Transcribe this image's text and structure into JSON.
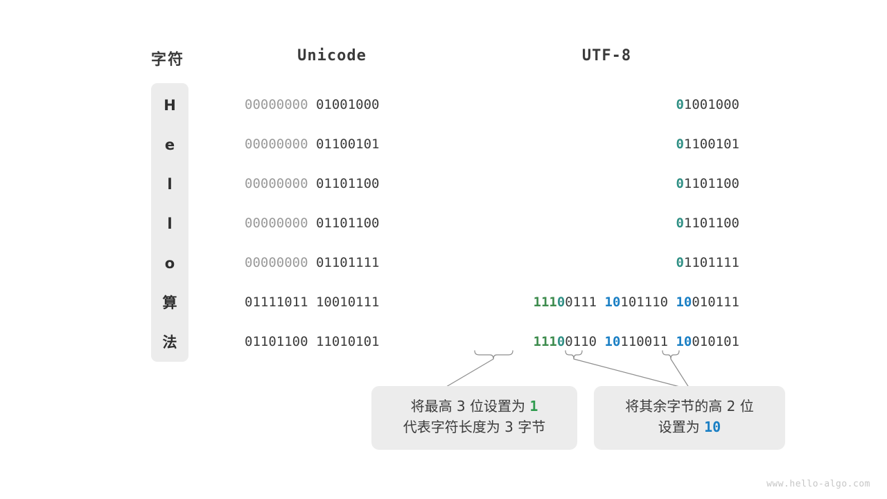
{
  "headers": {
    "character": "字符",
    "unicode": "Unicode",
    "utf8": "UTF-8"
  },
  "colors": {
    "dim": "#9a9a9a",
    "dark": "#3b3b3b",
    "teal": "#2f8f84",
    "green": "#3e8c4e",
    "blue": "#1a7fc4",
    "panel": "#ececec",
    "background": "#ffffff"
  },
  "rows": [
    {
      "char": "H",
      "unicode": [
        {
          "text": "00000000",
          "style": "dim"
        },
        {
          "text": " ",
          "style": "dark"
        },
        {
          "text": "01001000",
          "style": "dark"
        }
      ],
      "utf8": [
        {
          "text": "0",
          "style": "teal"
        },
        {
          "text": "1001000",
          "style": "dark"
        }
      ]
    },
    {
      "char": "e",
      "unicode": [
        {
          "text": "00000000",
          "style": "dim"
        },
        {
          "text": " ",
          "style": "dark"
        },
        {
          "text": "01100101",
          "style": "dark"
        }
      ],
      "utf8": [
        {
          "text": "0",
          "style": "teal"
        },
        {
          "text": "1100101",
          "style": "dark"
        }
      ]
    },
    {
      "char": "l",
      "unicode": [
        {
          "text": "00000000",
          "style": "dim"
        },
        {
          "text": " ",
          "style": "dark"
        },
        {
          "text": "01101100",
          "style": "dark"
        }
      ],
      "utf8": [
        {
          "text": "0",
          "style": "teal"
        },
        {
          "text": "1101100",
          "style": "dark"
        }
      ]
    },
    {
      "char": "l",
      "unicode": [
        {
          "text": "00000000",
          "style": "dim"
        },
        {
          "text": " ",
          "style": "dark"
        },
        {
          "text": "01101100",
          "style": "dark"
        }
      ],
      "utf8": [
        {
          "text": "0",
          "style": "teal"
        },
        {
          "text": "1101100",
          "style": "dark"
        }
      ]
    },
    {
      "char": "o",
      "unicode": [
        {
          "text": "00000000",
          "style": "dim"
        },
        {
          "text": " ",
          "style": "dark"
        },
        {
          "text": "01101111",
          "style": "dark"
        }
      ],
      "utf8": [
        {
          "text": "0",
          "style": "teal"
        },
        {
          "text": "1101111",
          "style": "dark"
        }
      ]
    },
    {
      "char": "算",
      "unicode": [
        {
          "text": "01111011",
          "style": "dark"
        },
        {
          "text": " ",
          "style": "dark"
        },
        {
          "text": "10010111",
          "style": "dark"
        }
      ],
      "utf8": [
        {
          "text": "111",
          "style": "green"
        },
        {
          "text": "0",
          "style": "teal"
        },
        {
          "text": "0111 ",
          "style": "dark"
        },
        {
          "text": "10",
          "style": "blue"
        },
        {
          "text": "101110 ",
          "style": "dark"
        },
        {
          "text": "10",
          "style": "blue"
        },
        {
          "text": "010111",
          "style": "dark"
        }
      ]
    },
    {
      "char": "法",
      "unicode": [
        {
          "text": "01101100",
          "style": "dark"
        },
        {
          "text": " ",
          "style": "dark"
        },
        {
          "text": "11010101",
          "style": "dark"
        }
      ],
      "utf8": [
        {
          "text": "111",
          "style": "green"
        },
        {
          "text": "0",
          "style": "teal"
        },
        {
          "text": "0110 ",
          "style": "dark"
        },
        {
          "text": "10",
          "style": "blue"
        },
        {
          "text": "110011 ",
          "style": "dark"
        },
        {
          "text": "10",
          "style": "blue"
        },
        {
          "text": "010101",
          "style": "dark"
        }
      ]
    }
  ],
  "callouts": [
    {
      "id": "left",
      "lines": [
        [
          {
            "text": "将最高 3 位设置为 ",
            "style": "plain"
          },
          {
            "text": "1",
            "style": "green"
          }
        ],
        [
          {
            "text": "代表字符长度为 3 字节",
            "style": "plain"
          }
        ]
      ]
    },
    {
      "id": "right",
      "lines": [
        [
          {
            "text": "将其余字节的高 2 位",
            "style": "plain"
          }
        ],
        [
          {
            "text": "设置为 ",
            "style": "plain"
          },
          {
            "text": "10",
            "style": "blue"
          }
        ]
      ]
    }
  ],
  "watermark": "www.hello-algo.com"
}
